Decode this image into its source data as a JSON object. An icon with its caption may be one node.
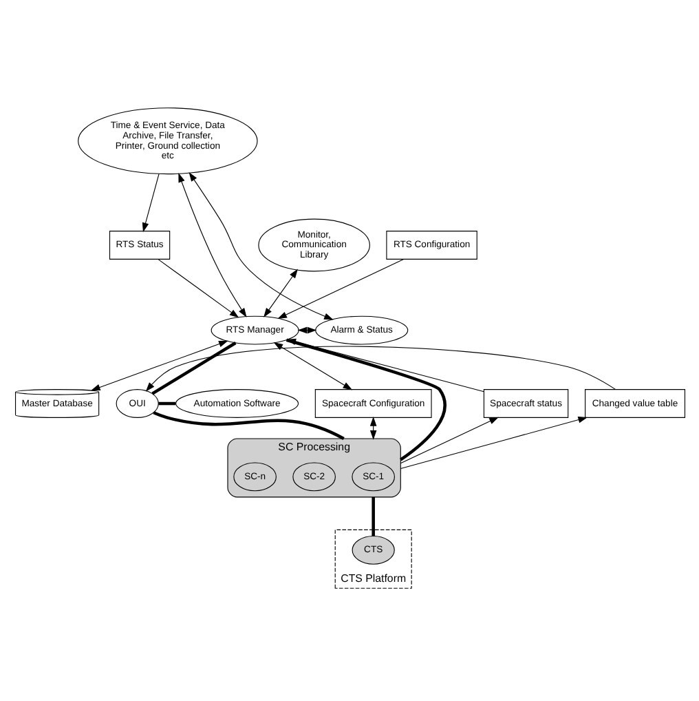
{
  "diagram": {
    "nodes": [
      {
        "text": [
          "Time & Event Service, Data Archive, File Transfer, Printer, Ground collection etc"
        ]
      },
      {
        "text": [
          "RTS Status"
        ]
      },
      {
        "text": [
          "Monitor, Communication Library"
        ]
      },
      {
        "text": [
          "RTS Configuration"
        ]
      },
      {
        "text": [
          "RTS Manager"
        ]
      },
      {
        "text": [
          "Alarm & Status"
        ]
      },
      {
        "text": [
          "Master Database"
        ]
      },
      {
        "text": [
          "Spacecraft status"
        ]
      },
      {
        "text": [
          "OUI"
        ]
      },
      {
        "text": [
          "Automation Software"
        ]
      },
      {
        "text": [
          "Spacecraft Configuration"
        ]
      },
      {
        "text": [
          "Changed value table"
        ]
      },
      {
        "text": [
          "SC Processing"
        ]
      },
      {
        "text": [
          "SC-1"
        ],
        "in": 12
      },
      {
        "text": [
          "SC-2"
        ],
        "in": 12
      },
      {
        "text": [
          "SC-n"
        ],
        "in": 12
      },
      {
        "text": [
          "CTS Platform"
        ]
      },
      {
        "text": [
          "CTS"
        ],
        "in": 16
      }
    ],
    "edges": [
      {
        "from": 0,
        "to": 1,
        "arrow": "to"
      },
      {
        "from": 0,
        "to": 4,
        "arrow": "both"
      },
      {
        "from": 1,
        "to": 4,
        "arrow": "to"
      },
      {
        "from": 2,
        "to": 4,
        "arrow": "both"
      },
      {
        "from": 3,
        "to": 4,
        "arrow": "to"
      },
      {
        "from": 4,
        "to": 5,
        "arrow": "both"
      },
      {
        "from": 5,
        "to": 0,
        "arrow": "both"
      },
      {
        "from": 6,
        "to": 4,
        "arrow": "both"
      },
      {
        "from": 10,
        "to": 4,
        "arrow": "both"
      },
      {
        "from": 12,
        "to": 7,
        "arrow": "to"
      },
      {
        "from": 7,
        "to": 4,
        "arrow": "to"
      },
      {
        "from": 12,
        "to": 4,
        "arrow": "none",
        "style": "thick"
      },
      {
        "from": 4,
        "to": 8,
        "arrow": "none",
        "style": "thick"
      },
      {
        "from": 12,
        "to": 8,
        "arrow": "none",
        "style": "thick"
      },
      {
        "from": 8,
        "to": 9,
        "arrow": "none",
        "style": "thick"
      },
      {
        "from": 11,
        "to": 8,
        "arrow": "to"
      },
      {
        "from": 12,
        "to": 11,
        "arrow": "to"
      },
      {
        "from": 10,
        "to": 12,
        "arrow": "both"
      },
      {
        "from": 12,
        "to": 17,
        "arrow": "none",
        "style": "thick"
      }
    ]
  }
}
